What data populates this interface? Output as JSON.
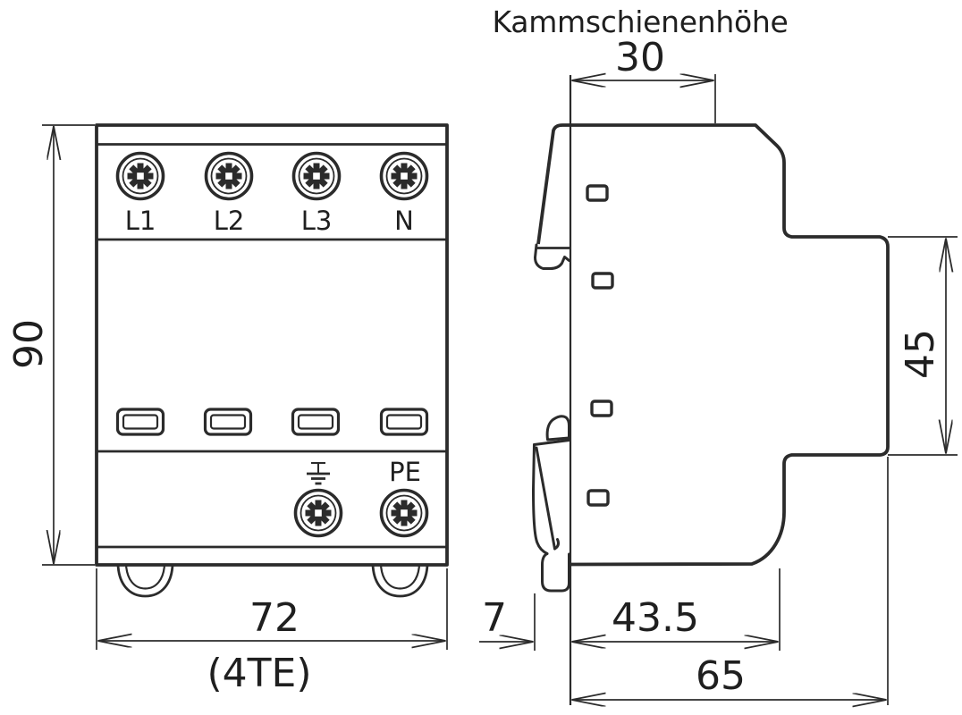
{
  "title": "Kammschienenhöhe",
  "front_view": {
    "terminals": [
      "L1",
      "L2",
      "L3",
      "N"
    ],
    "pe_label": "PE",
    "height_dim": "90",
    "width_dim": "72",
    "width_note": "(4TE)"
  },
  "side_view": {
    "comb_rail_width_dim": "30",
    "upper_depth_dim": "45",
    "clip_offset_dim": "7",
    "lower_depth_dim": "43.5",
    "total_depth_dim": "65"
  },
  "icons": {
    "screw_terminal": "combi-screw-head",
    "earth_ground": "functional-earth-symbol"
  },
  "colors": {
    "line": "#2b2b2b",
    "text": "#1f1f1f",
    "background": "#ffffff"
  }
}
